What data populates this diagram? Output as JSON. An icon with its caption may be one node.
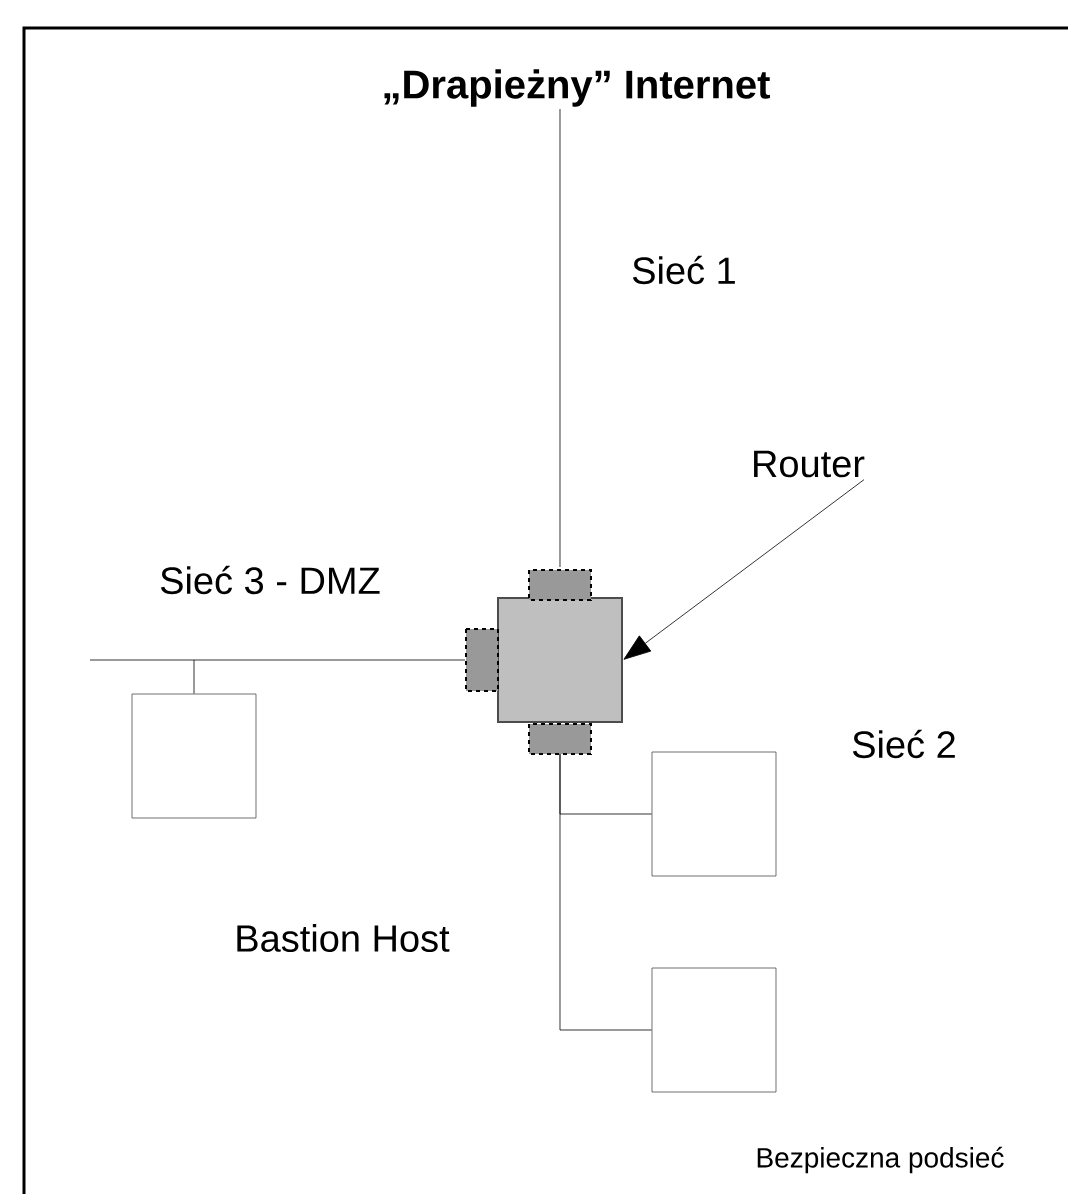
{
  "diagram": {
    "nodes": [
      {
        "text": [
          "„Drapieżny” Internet"
        ]
      },
      {
        "text": [],
        "shape": "box"
      },
      {
        "text": [
          "Router"
        ]
      },
      {
        "text": [],
        "shape": "box",
        "beside": [
          "Bastion Host"
        ]
      },
      {
        "text": [],
        "shape": "box"
      },
      {
        "text": [],
        "shape": "box"
      }
    ],
    "edges": [
      {
        "from": 0,
        "to": 1,
        "arrow": "none"
      },
      {
        "from": 2,
        "to": 1,
        "arrow": "to"
      },
      {
        "from": 3,
        "to": 1,
        "arrow": "none"
      },
      {
        "from": 4,
        "to": 1,
        "arrow": "none"
      },
      {
        "from": 5,
        "to": 1,
        "arrow": "none"
      }
    ],
    "labels": [
      "Sieć 1",
      "Sieć 3 - DMZ",
      "Sieć 2",
      "Bezpieczna podsieć"
    ]
  }
}
